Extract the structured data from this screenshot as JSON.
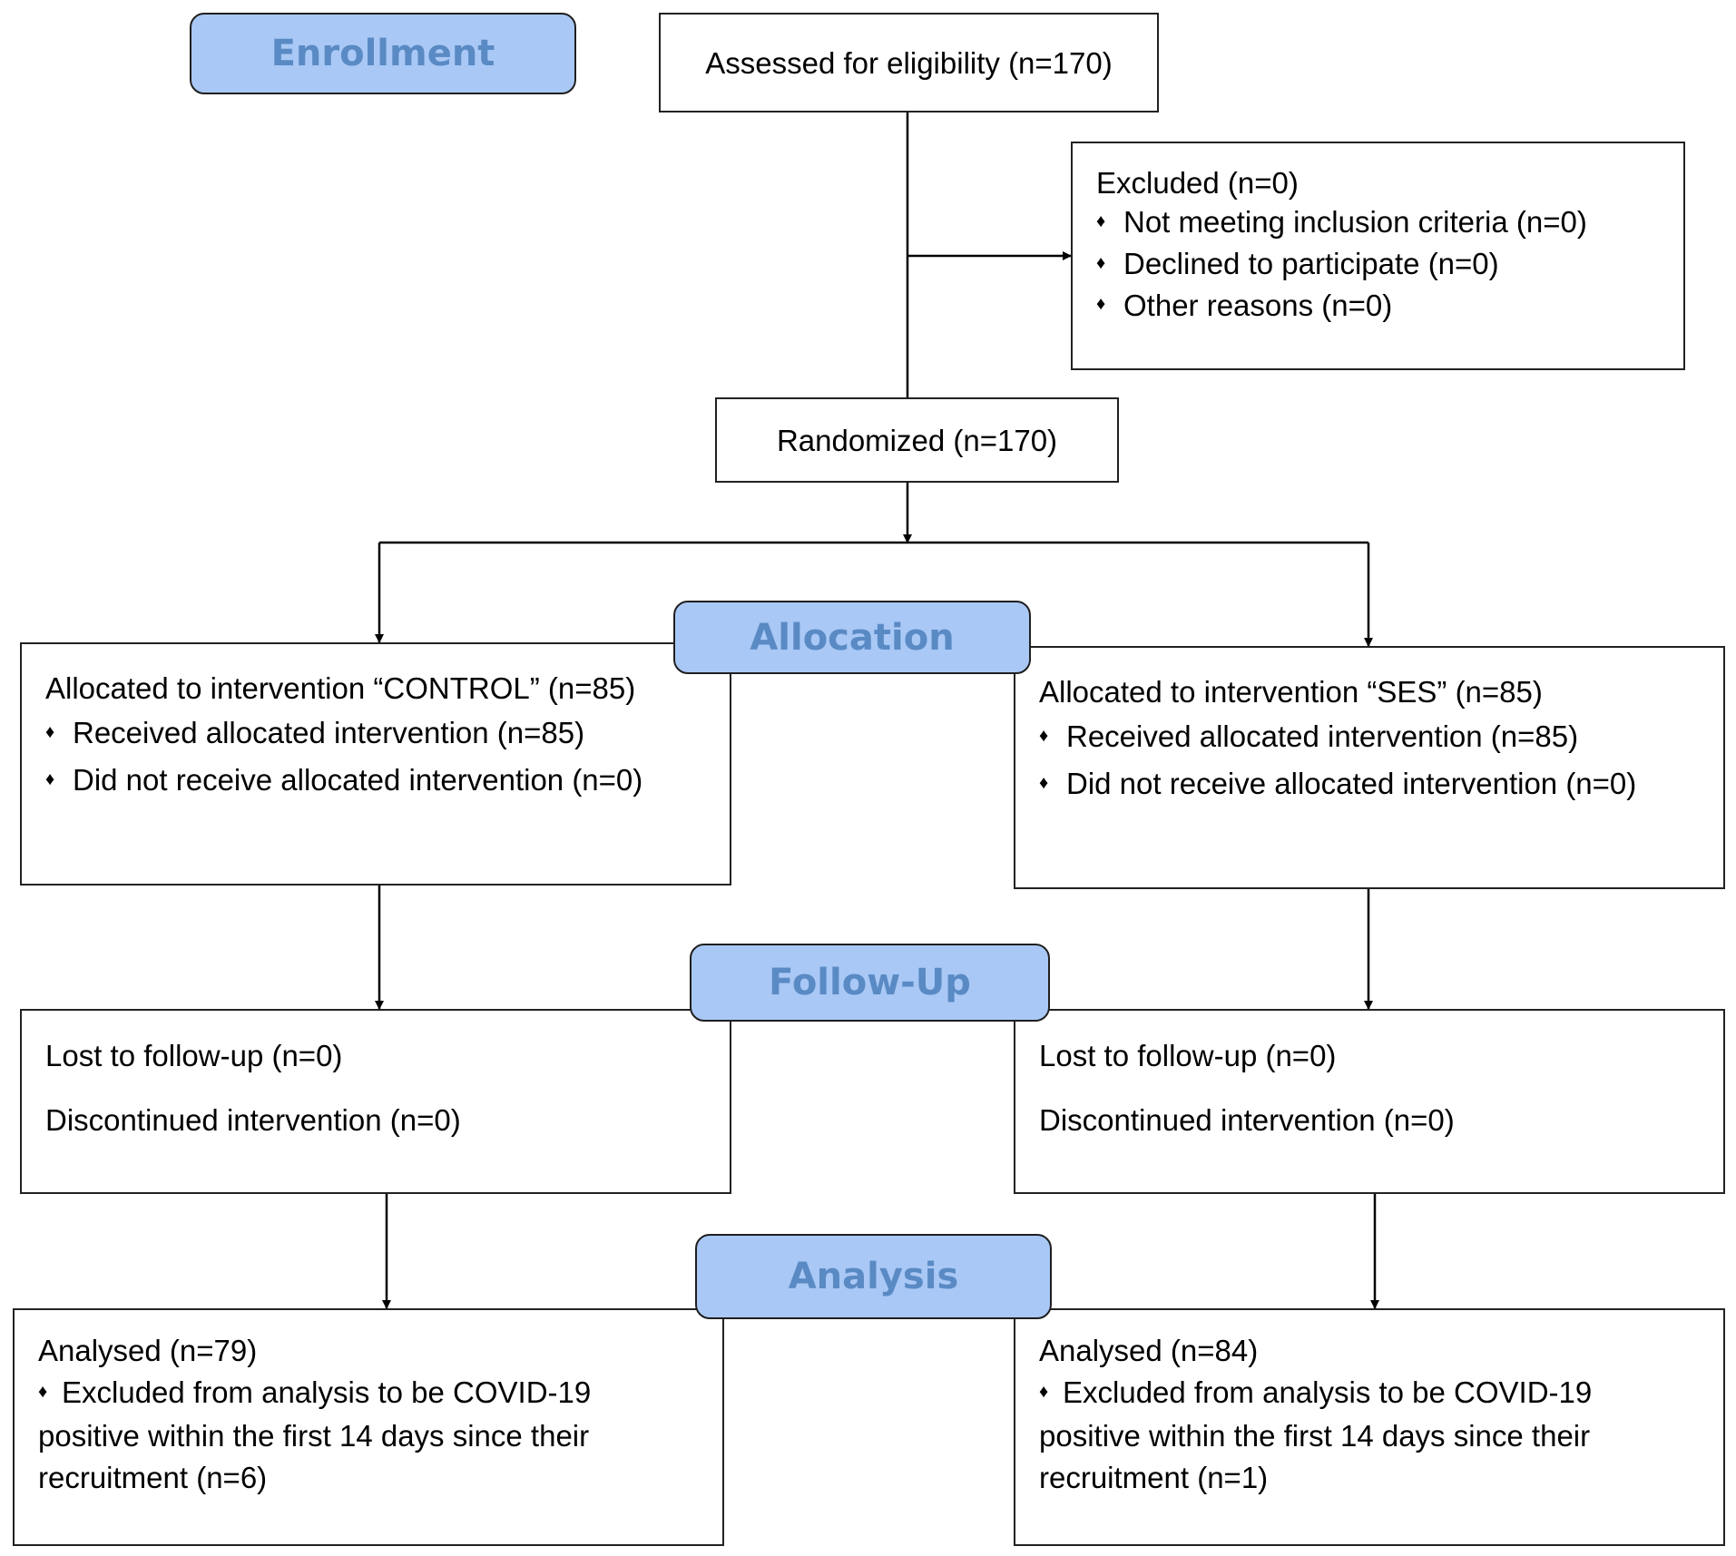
{
  "stages": {
    "enrollment": "Enrollment",
    "allocation": "Allocation",
    "followup": "Follow-Up",
    "analysis": "Analysis"
  },
  "bullet_glyph": "♦",
  "assessed": "Assessed for eligibility (n=170)",
  "excluded": {
    "title": "Excluded (n=0)",
    "items": [
      "Not meeting inclusion criteria (n=0)",
      "Declined to participate (n=0)",
      "Other reasons (n=0)"
    ]
  },
  "randomized": "Randomized (n=170)",
  "allocation": {
    "control": {
      "title": "Allocated to intervention “CONTROL” (n=85)",
      "items": [
        "Received allocated intervention (n=85)",
        "Did not receive allocated intervention (n=0)"
      ]
    },
    "ses": {
      "title": "Allocated to intervention “SES” (n=85)",
      "items": [
        "Received allocated intervention (n=85)",
        "Did not receive allocated intervention  (n=0)"
      ]
    }
  },
  "followup": {
    "control": {
      "lost": "Lost to follow-up (n=0)",
      "discontinued": "Discontinued intervention (n=0)"
    },
    "ses": {
      "lost": "Lost to follow-up (n=0)",
      "discontinued": "Discontinued intervention (n=0)"
    }
  },
  "analysis": {
    "control": {
      "title": "Analysed (n=79)",
      "item": "Excluded from analysis to be COVID-19 positive within the first 14 days since their recruitment (n=6)"
    },
    "ses": {
      "title": "Analysed (n=84)",
      "item": "Excluded from analysis to be COVID-19 positive within the first 14 days since their recruitment (n=1)"
    }
  }
}
